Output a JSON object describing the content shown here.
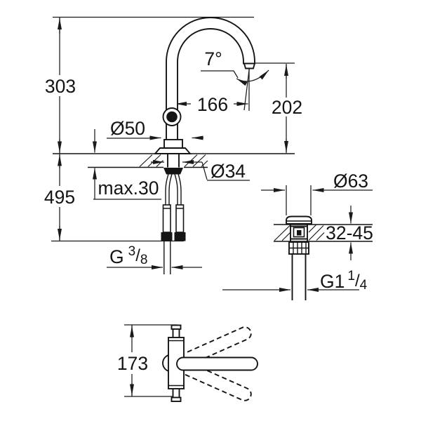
{
  "title": "Faucet technical dimension drawing",
  "colors": {
    "line": "#1a1a1a",
    "background": "#ffffff",
    "text": "#141414"
  },
  "main_view": {
    "name": "faucet front view with mounting hoses",
    "dims": {
      "height_to_spout_top": "303",
      "total_height": "495",
      "base_diameter": "Ø50",
      "max_counter_thickness": "max.30",
      "shank_diameter": "Ø34",
      "spout_reach": "166",
      "outlet_height": "202",
      "outlet_angle": "7°",
      "supply_thread": {
        "base": "G",
        "sup": "3",
        "slash": "/",
        "sub": "8"
      }
    }
  },
  "drain_view": {
    "name": "pop-up waste detail",
    "dims": {
      "flange_diameter": "Ø63",
      "deck_thickness_range": "32-45",
      "drain_thread": {
        "base": "G1",
        "sup": "1",
        "slash": "/",
        "sub": "4"
      }
    }
  },
  "top_view": {
    "name": "spout swivel range top view",
    "dims": {
      "swivel_envelope": "173"
    }
  }
}
